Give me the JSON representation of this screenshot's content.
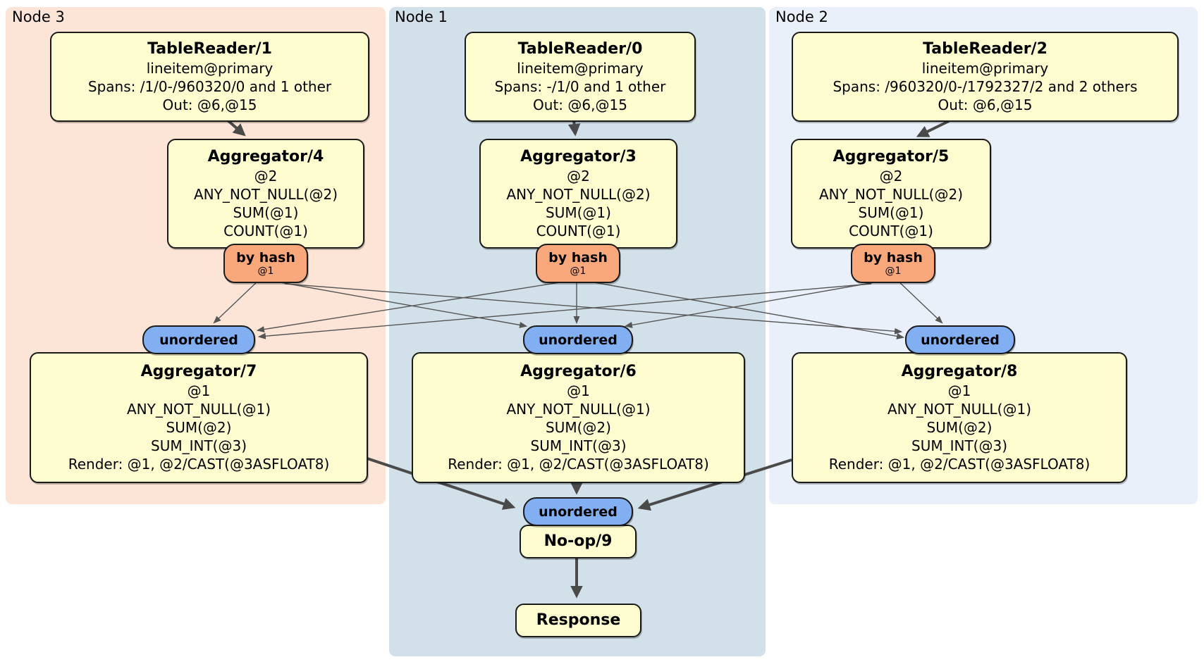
{
  "panels": {
    "node3": {
      "label": "Node 3"
    },
    "node1": {
      "label": "Node 1"
    },
    "node2": {
      "label": "Node 2"
    }
  },
  "routers": {
    "by_hash": "by hash",
    "by_hash_arg": "@1",
    "unordered": "unordered"
  },
  "nodes": {
    "tablereader1": {
      "title": "TableReader/1",
      "lines": [
        "lineitem@primary",
        "Spans: /1/0-/960320/0 and 1 other",
        "Out: @6,@15"
      ]
    },
    "tablereader0": {
      "title": "TableReader/0",
      "lines": [
        "lineitem@primary",
        "Spans: -/1/0 and 1 other",
        "Out: @6,@15"
      ]
    },
    "tablereader2": {
      "title": "TableReader/2",
      "lines": [
        "lineitem@primary",
        "Spans: /960320/0-/1792327/2 and 2 others",
        "Out: @6,@15"
      ]
    },
    "aggregator4": {
      "title": "Aggregator/4",
      "lines": [
        "@2",
        "ANY_NOT_NULL(@2)",
        "SUM(@1)",
        "COUNT(@1)"
      ]
    },
    "aggregator3": {
      "title": "Aggregator/3",
      "lines": [
        "@2",
        "ANY_NOT_NULL(@2)",
        "SUM(@1)",
        "COUNT(@1)"
      ]
    },
    "aggregator5": {
      "title": "Aggregator/5",
      "lines": [
        "@2",
        "ANY_NOT_NULL(@2)",
        "SUM(@1)",
        "COUNT(@1)"
      ]
    },
    "aggregator7": {
      "title": "Aggregator/7",
      "lines": [
        "@1",
        "ANY_NOT_NULL(@1)",
        "SUM(@2)",
        "SUM_INT(@3)",
        "Render: @1, @2/CAST(@3ASFLOAT8)"
      ]
    },
    "aggregator6": {
      "title": "Aggregator/6",
      "lines": [
        "@1",
        "ANY_NOT_NULL(@1)",
        "SUM(@2)",
        "SUM_INT(@3)",
        "Render: @1, @2/CAST(@3ASFLOAT8)"
      ]
    },
    "aggregator8": {
      "title": "Aggregator/8",
      "lines": [
        "@1",
        "ANY_NOT_NULL(@1)",
        "SUM(@2)",
        "SUM_INT(@3)",
        "Render: @1, @2/CAST(@3ASFLOAT8)"
      ]
    },
    "noop9": {
      "title": "No-op/9"
    },
    "response": {
      "title": "Response"
    }
  },
  "colors": {
    "node3_bg": "#fce4d6",
    "node1_bg": "#d2e0e9",
    "node2_bg": "#eaf0fa",
    "operator_box_bg": "#fdfdd0",
    "by_hash_bg": "#f9a87c",
    "unordered_bg": "#82aef2",
    "edge": "#4a4a4a"
  }
}
